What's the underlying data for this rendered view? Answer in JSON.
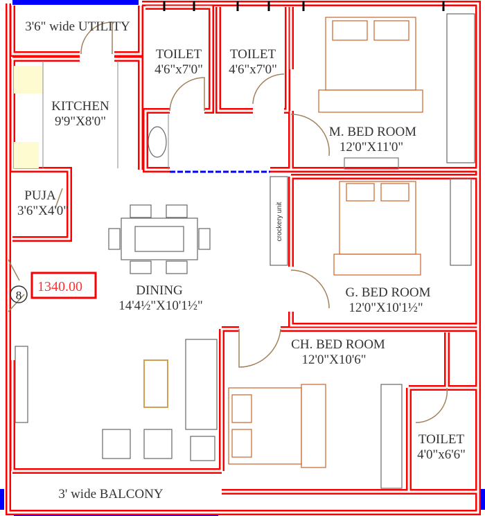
{
  "rooms": {
    "utility": {
      "name": "3'6\" wide UTILITY"
    },
    "kitchen": {
      "name": "KITCHEN",
      "size": "9'9\"X8'0\""
    },
    "toilet1": {
      "name": "TOILET",
      "size": "4'6\"x7'0\""
    },
    "toilet2": {
      "name": "TOILET",
      "size": "4'6\"x7'0\""
    },
    "master_bed": {
      "name": "M. BED ROOM",
      "size": "12'0\"X11'0\""
    },
    "puja": {
      "name": "PUJA",
      "size": "3'6\"X4'0\""
    },
    "crockery": {
      "name": "crockery unit"
    },
    "dining": {
      "name": "DINING",
      "size": "14'4½\"X10'1½\""
    },
    "guest_bed": {
      "name": "G. BED ROOM",
      "size": "12'0\"X10'1½\""
    },
    "child_bed": {
      "name": "CH. BED ROOM",
      "size": "12'0\"X10'6\""
    },
    "toilet3": {
      "name": "TOILET",
      "size": "4'0\"x6'6\""
    },
    "balcony": {
      "name": "3' wide BALCONY"
    }
  },
  "area_label": "1340.00",
  "entrance_marker": "8",
  "colors": {
    "wall": "#ff0000",
    "window": "#0000ff",
    "furniture": "#c86428"
  }
}
